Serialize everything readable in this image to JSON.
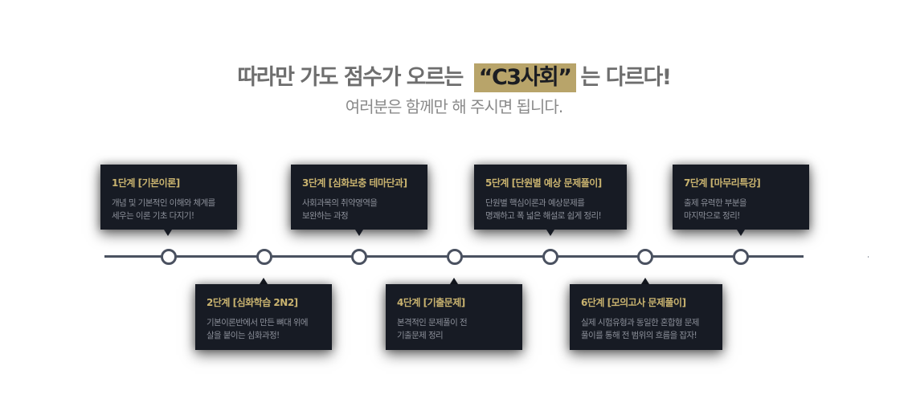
{
  "heading": {
    "before": "따라만 가도 점수가 오르는",
    "highlight": "“C3사회”",
    "after": "는 다르다!",
    "subtitle": "여러분은 함께만 해 주시면 됩니다."
  },
  "colors": {
    "accent_gold": "#b8a46a",
    "card_bg": "#171b24",
    "line": "#4a5160"
  },
  "steps": [
    {
      "title": "1단계 [기본이론]",
      "line1": "개념 및 기본적인 이해와 체계를",
      "line2": "세우는 이론 기초 다지기!"
    },
    {
      "title": "2단계 [심화학습 2N2]",
      "line1": "기본이론반에서 만든 뼈대 위에",
      "line2": "살을 붙이는 심화과정!"
    },
    {
      "title": "3단계 [심화보충 테마단과]",
      "line1": "사회과목의 취약영역을",
      "line2": "보완하는 과정"
    },
    {
      "title": "4단계 [기출문제]",
      "line1": "본격적인 문제풀이 전",
      "line2": "기출문제 정리"
    },
    {
      "title": "5단계 [단원별 예상 문제풀이]",
      "line1": "단원별 핵심이론과 예상문제를",
      "line2": "명쾌하고 폭 넓은 해설로 쉽게 정리!"
    },
    {
      "title": "6단계 [모의고사 문제풀이]",
      "line1": "실제 시험유형과 동일한 혼합형 문제",
      "line2": "풀이를 통해 전 범위의 흐름을 잡자!"
    },
    {
      "title": "7단계 [마무리특강]",
      "line1": "출제 유력한 부분을",
      "line2": "마지막으로 정리!"
    }
  ]
}
